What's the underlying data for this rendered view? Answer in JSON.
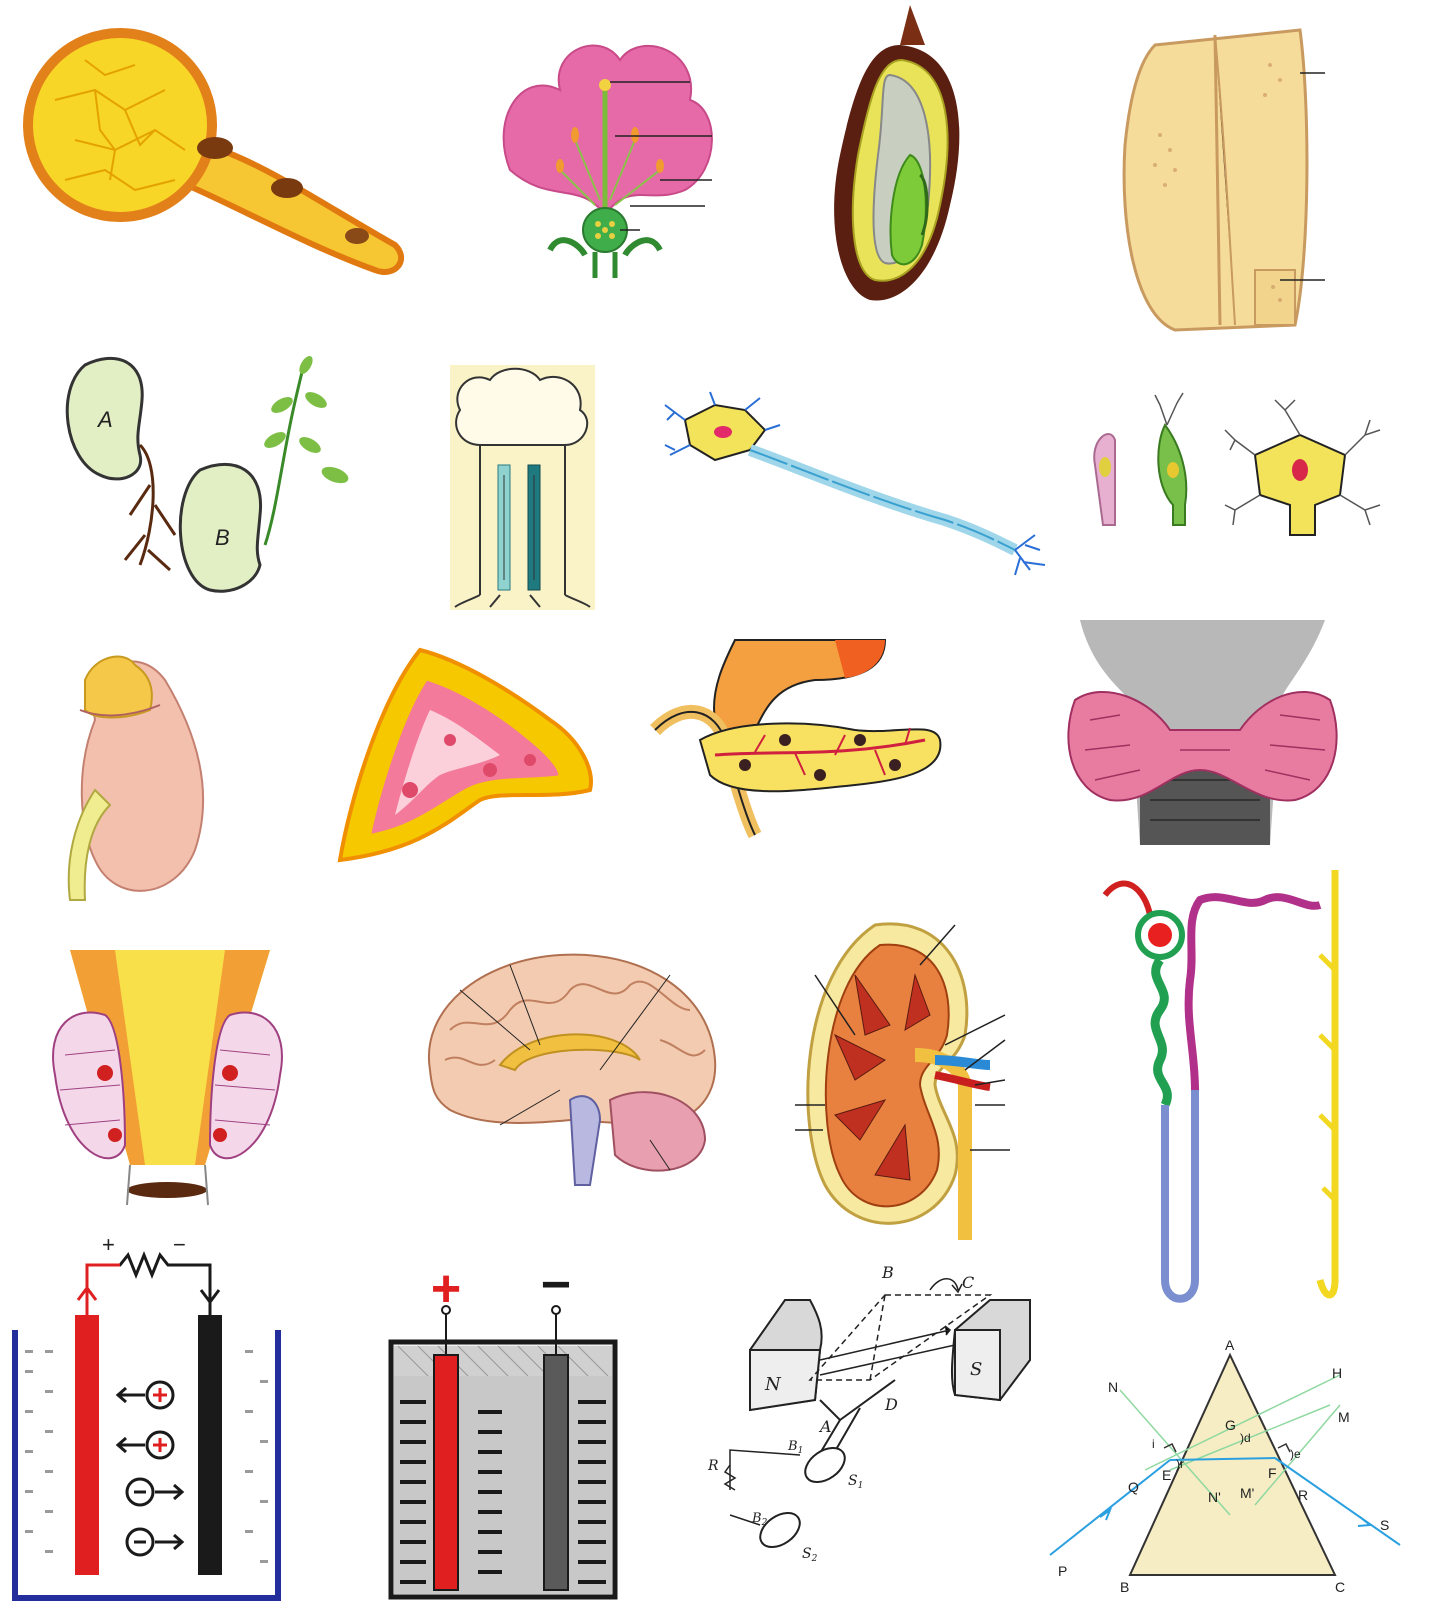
{
  "seed": {
    "label_a": "A",
    "label_b": "B"
  },
  "electrolysis": {
    "plus": "+",
    "minus": "−"
  },
  "cell": {
    "plus": "+",
    "minus": "−"
  },
  "motor": {
    "labels": {
      "B": "B",
      "C": "C",
      "A": "A",
      "D": "D",
      "N": "N",
      "S": "S",
      "B1": "B",
      "B1_sub": "1",
      "B2": "B",
      "B2_sub": "2",
      "S1": "S",
      "S1_sub": "1",
      "S2": "S",
      "S2_sub": "2",
      "R": "R"
    }
  },
  "prism": {
    "labels": {
      "A": "A",
      "B": "B",
      "C": "C",
      "H": "H",
      "N": "N",
      "M": "M",
      "G": "G",
      "d": ")d",
      "i": "i",
      "r": ")r",
      "E": "E",
      "F": "F",
      "e": ")e",
      "Q": "Q",
      "R": "R",
      "S": "S",
      "P": "P",
      "N2": "N'",
      "M2": "M'"
    }
  },
  "colors": {
    "pollen": "#f5c400",
    "petal": "#e66aa8",
    "seed": "#d8e8b8",
    "nerve": "#f0d84a",
    "kidney": "#f3b0a0",
    "red": "#e02020",
    "blue": "#2a6fd6",
    "prism": "#f7edc4"
  }
}
